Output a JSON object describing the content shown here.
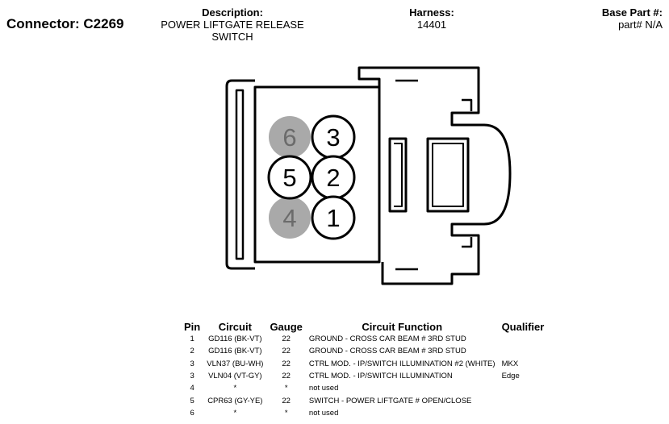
{
  "connector": {
    "label": "Connector:",
    "id": "C2269"
  },
  "description": {
    "label": "Description:",
    "line1": "POWER LIFTGATE RELEASE",
    "line2": "SWITCH"
  },
  "harness": {
    "label": "Harness:",
    "value": "14401"
  },
  "base_part": {
    "label": "Base Part #:",
    "value": "part# N/A"
  },
  "cavities": [
    {
      "num": "6",
      "used": false
    },
    {
      "num": "3",
      "used": true
    },
    {
      "num": "5",
      "used": true
    },
    {
      "num": "2",
      "used": true
    },
    {
      "num": "4",
      "used": false
    },
    {
      "num": "1",
      "used": true
    }
  ],
  "colors": {
    "unused_cavity": "#a9a9a9",
    "unused_text": "#6b6b6b",
    "outline": "#000000"
  },
  "table": {
    "headers": {
      "pin": "Pin",
      "circuit": "Circuit",
      "gauge": "Gauge",
      "function": "Circuit Function",
      "qualifier": "Qualifier"
    },
    "rows": [
      {
        "pin": "1",
        "circuit": "GD116 (BK-VT)",
        "gauge": "22",
        "function": "GROUND - CROSS CAR BEAM # 3RD STUD",
        "qualifier": ""
      },
      {
        "pin": "2",
        "circuit": "GD116 (BK-VT)",
        "gauge": "22",
        "function": "GROUND - CROSS CAR BEAM # 3RD STUD",
        "qualifier": ""
      },
      {
        "pin": "3",
        "circuit": "VLN37 (BU-WH)",
        "gauge": "22",
        "function": "CTRL MOD. - IP/SWITCH ILLUMINATION #2 (WHITE)",
        "qualifier": "MKX"
      },
      {
        "pin": "3",
        "circuit": "VLN04 (VT-GY)",
        "gauge": "22",
        "function": "CTRL MOD. - IP/SWITCH ILLUMINATION",
        "qualifier": "Edge"
      },
      {
        "pin": "4",
        "circuit": "*",
        "gauge": "*",
        "function": "not used",
        "qualifier": ""
      },
      {
        "pin": "5",
        "circuit": "CPR63 (GY-YE)",
        "gauge": "22",
        "function": "SWITCH - POWER LIFTGATE # OPEN/CLOSE",
        "qualifier": ""
      },
      {
        "pin": "6",
        "circuit": "*",
        "gauge": "*",
        "function": "not used",
        "qualifier": ""
      }
    ]
  }
}
